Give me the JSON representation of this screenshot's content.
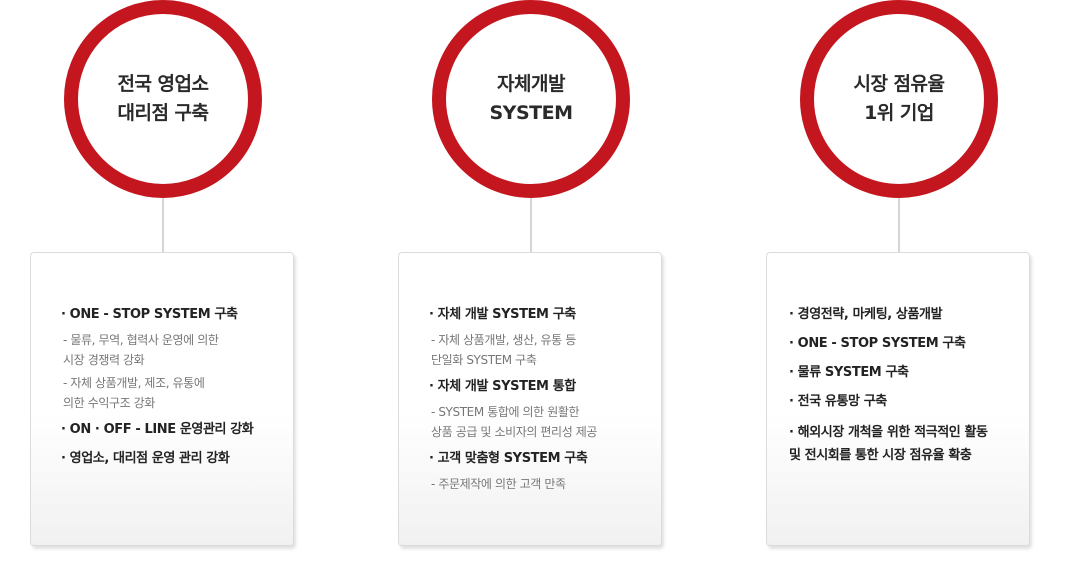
{
  "columns": [
    {
      "title": "전국 영업소\n대리점 구축",
      "entries": [
        {
          "type": "item",
          "text": "· ONE - STOP SYSTEM 구축"
        },
        {
          "type": "sub",
          "text": "- 물류, 무역, 협력사 운영에 의한\n  시장 경쟁력 강화"
        },
        {
          "type": "sub",
          "text": "- 자체 상품개발, 제조, 유통에\n  의한 수익구조 강화"
        },
        {
          "type": "item",
          "text": "· ON · OFF - LINE 운영관리 강화"
        },
        {
          "type": "item",
          "text": "· 영업소, 대리점 운영 관리 강화"
        }
      ]
    },
    {
      "title": "자체개발\nSYSTEM",
      "entries": [
        {
          "type": "item",
          "text": "· 자체 개발 SYSTEM 구축"
        },
        {
          "type": "sub",
          "text": "- 자체 상품개발, 생산, 유통 등\n  단일화 SYSTEM 구축"
        },
        {
          "type": "item",
          "text": "· 자체 개발 SYSTEM 통합"
        },
        {
          "type": "sub",
          "text": "- SYSTEM 통합에 의한 원활한\n  상품 공급 및 소비자의 편리성 제공"
        },
        {
          "type": "item",
          "text": "· 고객 맞춤형 SYSTEM 구축"
        },
        {
          "type": "sub",
          "text": "- 주문제작에 의한 고객 만족"
        }
      ]
    },
    {
      "title": "시장 점유율\n1위 기업",
      "entries": [
        {
          "type": "item",
          "text": "· 경영전략, 마케팅, 상품개발"
        },
        {
          "type": "item",
          "text": "· ONE - STOP SYSTEM 구축"
        },
        {
          "type": "item",
          "text": "· 물류 SYSTEM 구축"
        },
        {
          "type": "item",
          "text": "· 전국 유통망 구축"
        },
        {
          "type": "item",
          "text": "· 해외시장 개척을 위한 적극적인 활동\n  및 전시회를 통한 시장 점유율 확충"
        }
      ]
    }
  ],
  "colors": {
    "ring": "#c4161f",
    "connector": "#d6d6d6"
  }
}
